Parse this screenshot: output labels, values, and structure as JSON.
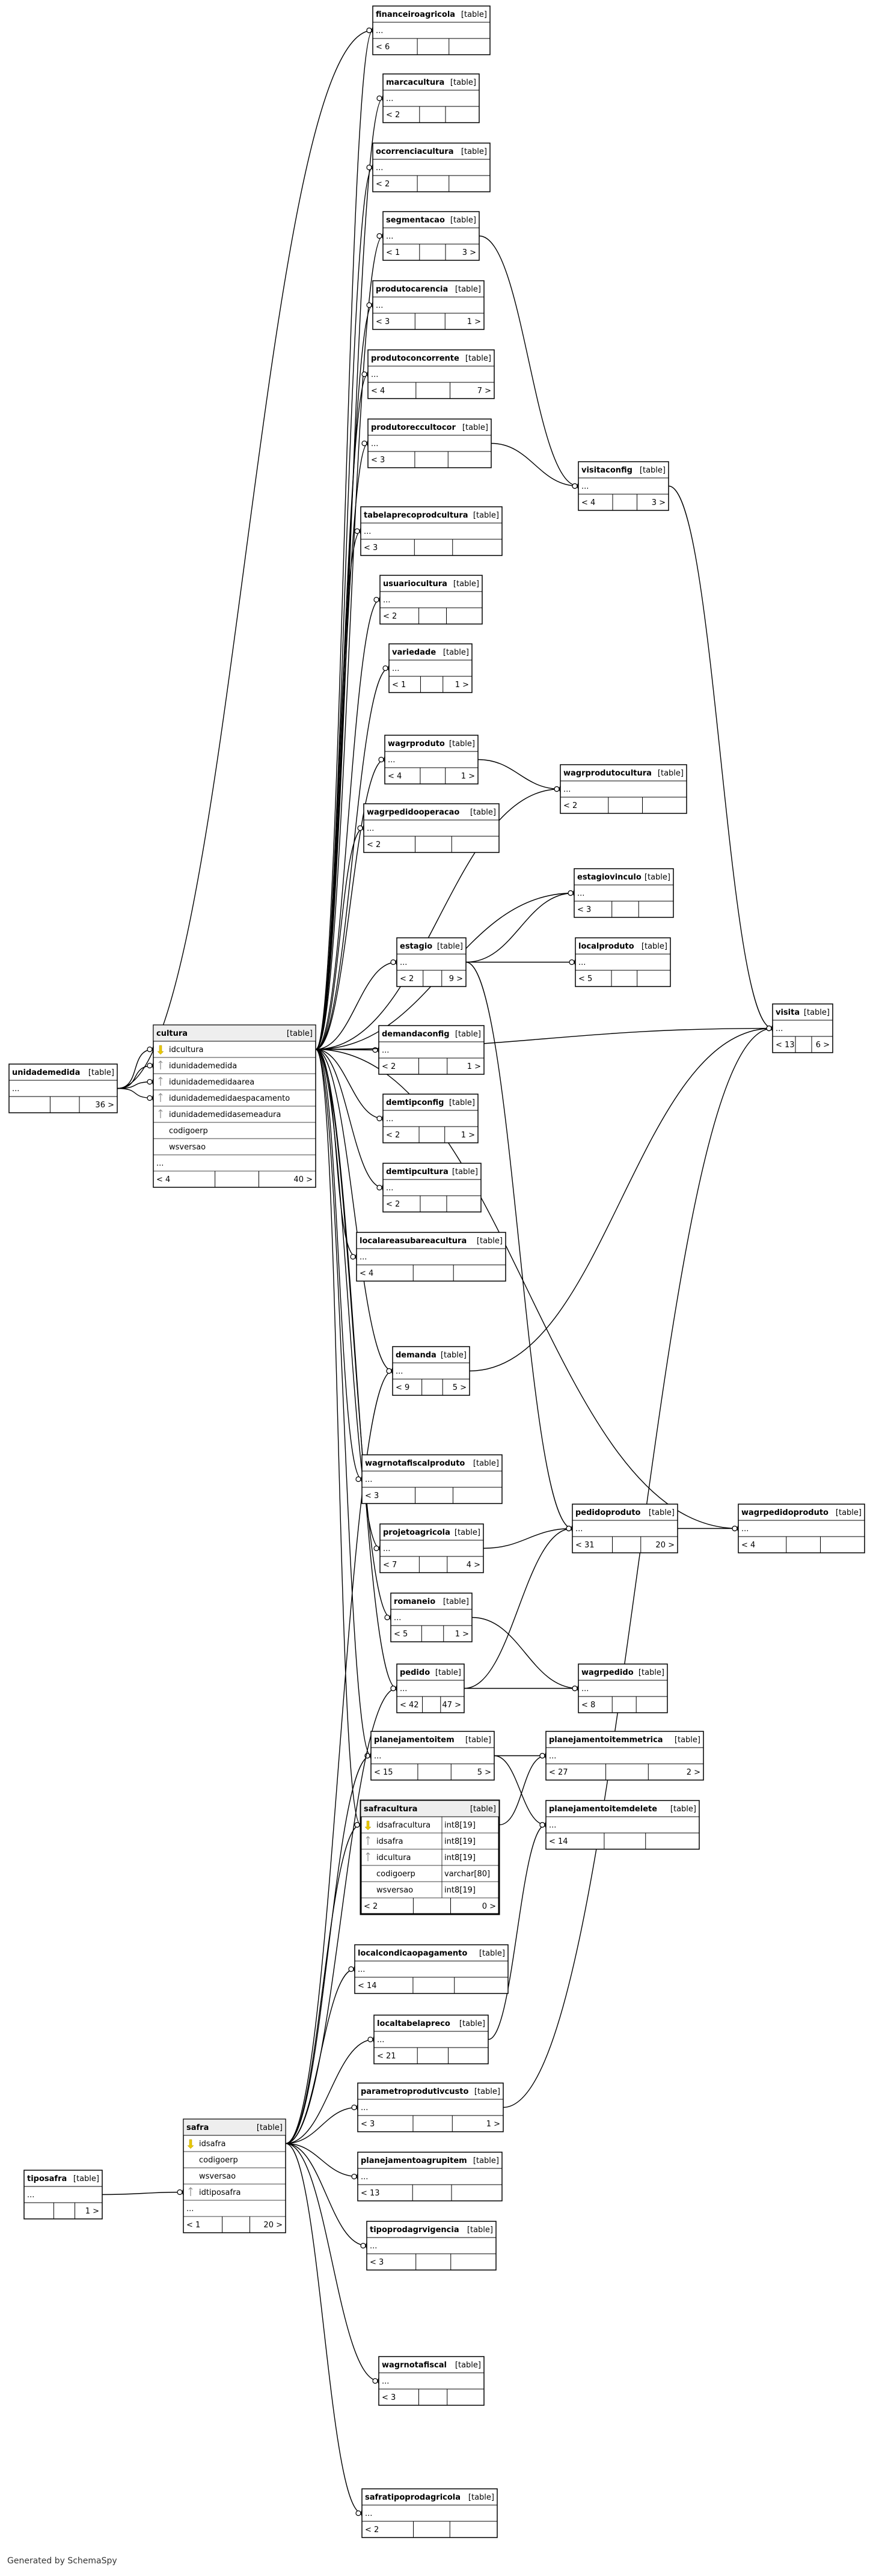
{
  "footer": "Generated by SchemaSpy",
  "tables": [
    {
      "id": "financeiroagricola",
      "name": "financeiroagricola",
      "tag": "[table]",
      "ellipsis": "...",
      "left": "< 6",
      "right": ""
    },
    {
      "id": "marcacultura",
      "name": "marcacultura",
      "tag": "[table]",
      "ellipsis": "...",
      "left": "< 2",
      "right": ""
    },
    {
      "id": "ocorrenciacultura",
      "name": "ocorrenciacultura",
      "tag": "[table]",
      "ellipsis": "...",
      "left": "< 2",
      "right": ""
    },
    {
      "id": "segmentacao",
      "name": "segmentacao",
      "tag": "[table]",
      "ellipsis": "...",
      "left": "< 1",
      "right": "3 >"
    },
    {
      "id": "produtocarencia",
      "name": "produtocarencia",
      "tag": "[table]",
      "ellipsis": "...",
      "left": "< 3",
      "right": "1 >"
    },
    {
      "id": "produtoconcorrente",
      "name": "produtoconcorrente",
      "tag": "[table]",
      "ellipsis": "...",
      "left": "< 4",
      "right": "7 >"
    },
    {
      "id": "produtoreccultocor",
      "name": "produtoreccultocor",
      "tag": "[table]",
      "ellipsis": "...",
      "left": "< 3",
      "right": ""
    },
    {
      "id": "visitaconfig",
      "name": "visitaconfig",
      "tag": "[table]",
      "ellipsis": "...",
      "left": "< 4",
      "right": "3 >"
    },
    {
      "id": "tabelaprecoprodcultura",
      "name": "tabelaprecoprodcultura",
      "tag": "[table]",
      "ellipsis": "...",
      "left": "< 3",
      "right": ""
    },
    {
      "id": "usuariocultura",
      "name": "usuariocultura",
      "tag": "[table]",
      "ellipsis": "...",
      "left": "< 2",
      "right": ""
    },
    {
      "id": "variedade",
      "name": "variedade",
      "tag": "[table]",
      "ellipsis": "...",
      "left": "< 1",
      "right": "1 >"
    },
    {
      "id": "wagrproduto",
      "name": "wagrproduto",
      "tag": "[table]",
      "ellipsis": "...",
      "left": "< 4",
      "right": "1 >"
    },
    {
      "id": "wagrprodutocultura",
      "name": "wagrprodutocultura",
      "tag": "[table]",
      "ellipsis": "...",
      "left": "< 2",
      "right": ""
    },
    {
      "id": "wagrpedidooperacao",
      "name": "wagrpedidooperacao",
      "tag": "[table]",
      "ellipsis": "...",
      "left": "< 2",
      "right": ""
    },
    {
      "id": "estagiovinculo",
      "name": "estagiovinculo",
      "tag": "[table]",
      "ellipsis": "...",
      "left": "< 3",
      "right": ""
    },
    {
      "id": "estagio",
      "name": "estagio",
      "tag": "[table]",
      "ellipsis": "...",
      "left": "< 2",
      "right": "9 >"
    },
    {
      "id": "localproduto",
      "name": "localproduto",
      "tag": "[table]",
      "ellipsis": "...",
      "left": "< 5",
      "right": ""
    },
    {
      "id": "visita",
      "name": "visita",
      "tag": "[table]",
      "ellipsis": "...",
      "left": "< 13",
      "right": "6 >"
    },
    {
      "id": "unidademedida",
      "name": "unidademedida",
      "tag": "[table]",
      "ellipsis": "...",
      "left": "",
      "right": "36 >"
    },
    {
      "id": "demandaconfig",
      "name": "demandaconfig",
      "tag": "[table]",
      "ellipsis": "...",
      "left": "< 2",
      "right": "1 >"
    },
    {
      "id": "demtipconfig",
      "name": "demtipconfig",
      "tag": "[table]",
      "ellipsis": "...",
      "left": "< 2",
      "right": "1 >"
    },
    {
      "id": "demtipcultura",
      "name": "demtipcultura",
      "tag": "[table]",
      "ellipsis": "...",
      "left": "< 2",
      "right": ""
    },
    {
      "id": "localareasubareacultura",
      "name": "localareasubareacultura",
      "tag": "[table]",
      "ellipsis": "...",
      "left": "< 4",
      "right": ""
    },
    {
      "id": "demanda",
      "name": "demanda",
      "tag": "[table]",
      "ellipsis": "...",
      "left": "< 9",
      "right": "5 >"
    },
    {
      "id": "wagrnotafiscalproduto",
      "name": "wagrnotafiscalproduto",
      "tag": "[table]",
      "ellipsis": "...",
      "left": "< 3",
      "right": ""
    },
    {
      "id": "pedidoproduto",
      "name": "pedidoproduto",
      "tag": "[table]",
      "ellipsis": "...",
      "left": "< 31",
      "right": "20 >"
    },
    {
      "id": "wagrpedidoproduto",
      "name": "wagrpedidoproduto",
      "tag": "[table]",
      "ellipsis": "...",
      "left": "< 4",
      "right": ""
    },
    {
      "id": "projetoagricola",
      "name": "projetoagricola",
      "tag": "[table]",
      "ellipsis": "...",
      "left": "< 7",
      "right": "4 >"
    },
    {
      "id": "romaneio",
      "name": "romaneio",
      "tag": "[table]",
      "ellipsis": "...",
      "left": "< 5",
      "right": "1 >"
    },
    {
      "id": "pedido",
      "name": "pedido",
      "tag": "[table]",
      "ellipsis": "...",
      "left": "< 42",
      "right": "47 >"
    },
    {
      "id": "wagrpedido",
      "name": "wagrpedido",
      "tag": "[table]",
      "ellipsis": "...",
      "left": "< 8",
      "right": ""
    },
    {
      "id": "planejamentoitem",
      "name": "planejamentoitem",
      "tag": "[table]",
      "ellipsis": "...",
      "left": "< 15",
      "right": "5 >"
    },
    {
      "id": "planejamentoitemmetrica",
      "name": "planejamentoitemmetrica",
      "tag": "[table]",
      "ellipsis": "...",
      "left": "< 27",
      "right": "2 >"
    },
    {
      "id": "planejamentoitemdelete",
      "name": "planejamentoitemdelete",
      "tag": "[table]",
      "ellipsis": "...",
      "left": "< 14",
      "right": ""
    },
    {
      "id": "localcondicaopagamento",
      "name": "localcondicaopagamento",
      "tag": "[table]",
      "ellipsis": "...",
      "left": "< 14",
      "right": ""
    },
    {
      "id": "localtabelapreco",
      "name": "localtabelapreco",
      "tag": "[table]",
      "ellipsis": "...",
      "left": "< 21",
      "right": ""
    },
    {
      "id": "parametroprodutivcusto",
      "name": "parametroprodutivcusto",
      "tag": "[table]",
      "ellipsis": "...",
      "left": "< 3",
      "right": "1 >"
    },
    {
      "id": "planejamentoagrupitem",
      "name": "planejamentoagrupitem",
      "tag": "[table]",
      "ellipsis": "...",
      "left": "< 13",
      "right": ""
    },
    {
      "id": "tipoprodagrvigencia",
      "name": "tipoprodagrvigencia",
      "tag": "[table]",
      "ellipsis": "...",
      "left": "< 3",
      "right": ""
    },
    {
      "id": "tiposafra",
      "name": "tiposafra",
      "tag": "[table]",
      "ellipsis": "...",
      "left": "",
      "right": "1 >"
    },
    {
      "id": "wagrnotafiscal",
      "name": "wagrnotafiscal",
      "tag": "[table]",
      "ellipsis": "...",
      "left": "< 3",
      "right": ""
    },
    {
      "id": "safratipoprodagricola",
      "name": "safratipoprodagricola",
      "tag": "[table]",
      "ellipsis": "...",
      "left": "< 2",
      "right": ""
    }
  ],
  "detailed": [
    {
      "id": "cultura",
      "name": "cultura",
      "tag": "[table]",
      "columns": [
        {
          "name": "idcultura",
          "type": "",
          "key": "pk"
        },
        {
          "name": "idunidademedida",
          "type": "",
          "key": "fk"
        },
        {
          "name": "idunidademedidaarea",
          "type": "",
          "key": "fk"
        },
        {
          "name": "idunidademedidaespacamento",
          "type": "",
          "key": "fk"
        },
        {
          "name": "idunidademedidasemeadura",
          "type": "",
          "key": "fk"
        },
        {
          "name": "codigoerp",
          "type": "",
          "key": ""
        },
        {
          "name": "wsversao",
          "type": "",
          "key": ""
        }
      ],
      "ellipsis": "...",
      "left": "< 4",
      "right": "40 >"
    },
    {
      "id": "safracultura",
      "name": "safracultura",
      "tag": "[table]",
      "columns": [
        {
          "name": "idsafracultura",
          "type": "int8[19]",
          "key": "pk"
        },
        {
          "name": "idsafra",
          "type": "int8[19]",
          "key": "fk"
        },
        {
          "name": "idcultura",
          "type": "int8[19]",
          "key": "fk"
        },
        {
          "name": "codigoerp",
          "type": "varchar[80]",
          "key": ""
        },
        {
          "name": "wsversao",
          "type": "int8[19]",
          "key": ""
        }
      ],
      "ellipsis": "",
      "left": "< 2",
      "right": "0 >"
    },
    {
      "id": "safra",
      "name": "safra",
      "tag": "[table]",
      "columns": [
        {
          "name": "idsafra",
          "type": "",
          "key": "pk"
        },
        {
          "name": "codigoerp",
          "type": "",
          "key": ""
        },
        {
          "name": "wsversao",
          "type": "",
          "key": ""
        },
        {
          "name": "idtiposafra",
          "type": "",
          "key": "fk"
        }
      ],
      "ellipsis": "...",
      "left": "< 1",
      "right": "20 >"
    }
  ]
}
